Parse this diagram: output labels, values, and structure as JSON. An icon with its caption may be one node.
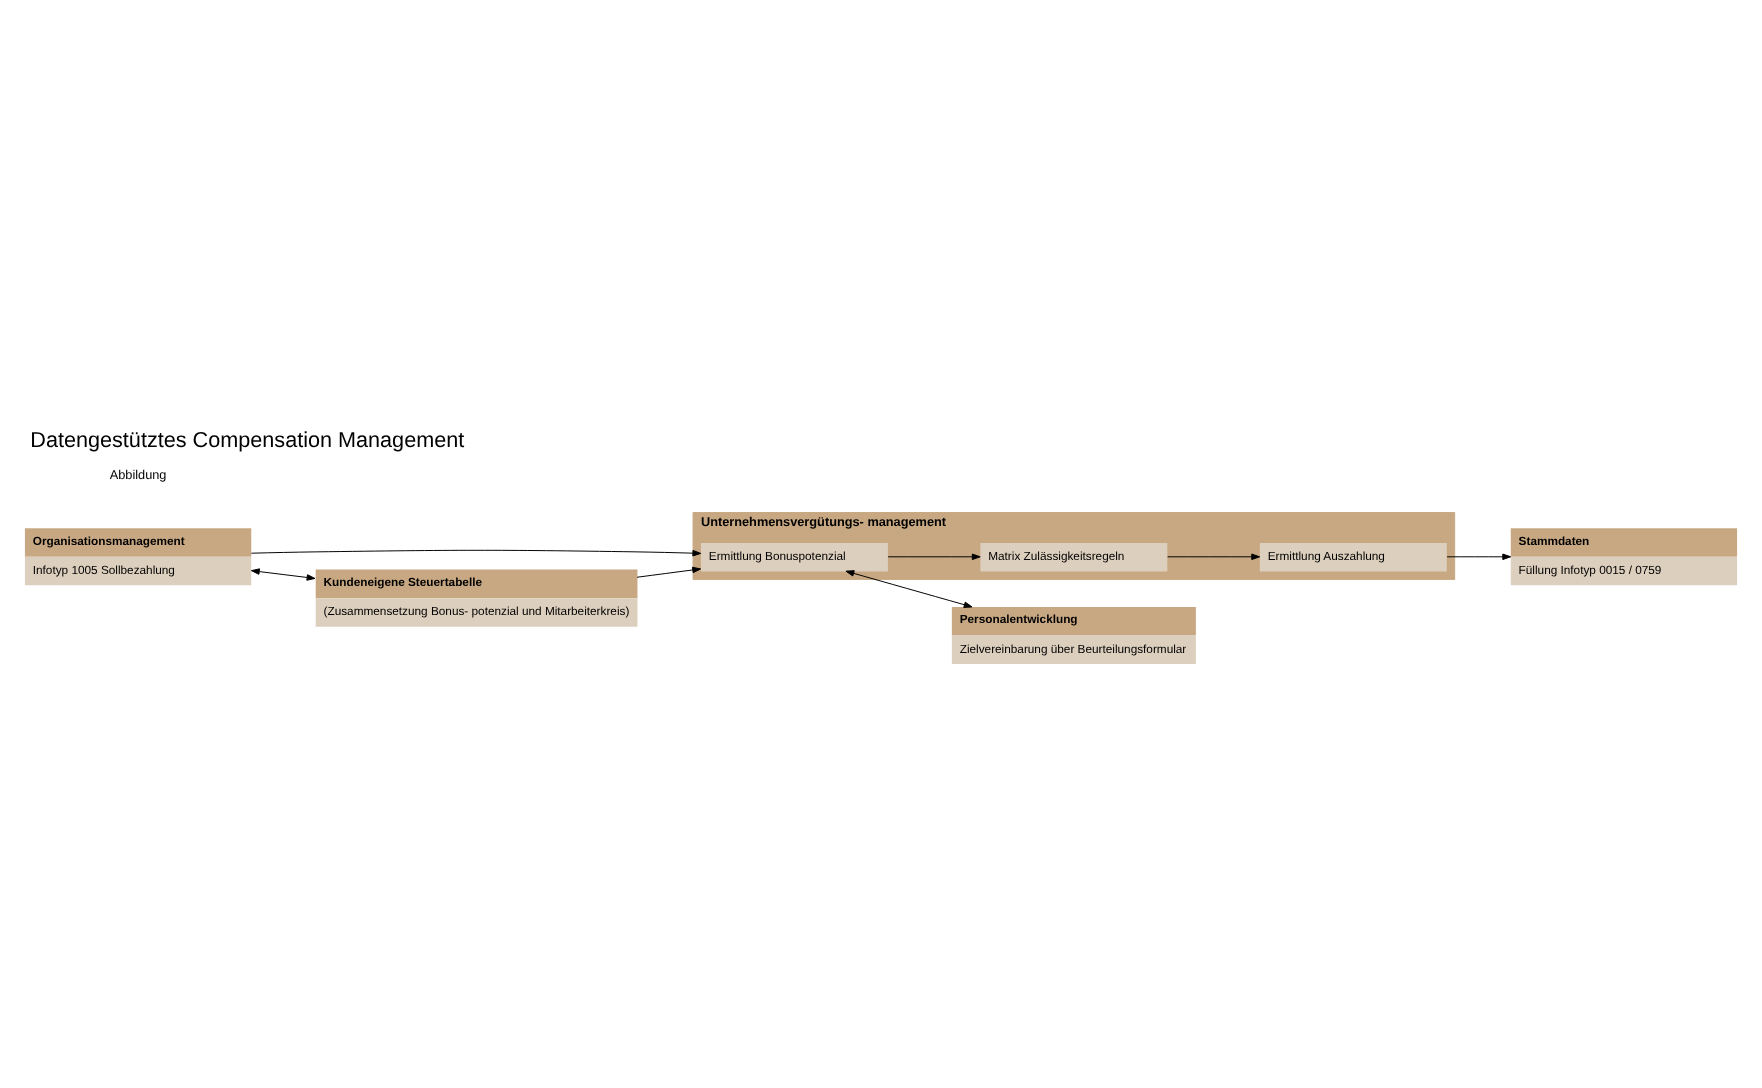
{
  "diagram": {
    "title": "Datengestütztes Compensation Management",
    "nodes": [
      {
        "text": [
          "Organisationsmanagement",
          "Infotyp 1005 Sollbezahlung"
        ]
      },
      {
        "text": [
          "Personalentwicklung",
          "Zielvereinbarung über Beurteilungsformular"
        ]
      },
      {
        "text": [
          "Unternehmensvergütungs- management"
        ]
      },
      {
        "text": [
          "Ermittlung Bonuspotenzial"
        ],
        "in": 2
      },
      {
        "text": [
          "Matrix Zulässigkeitsregeln"
        ],
        "in": 2
      },
      {
        "text": [
          "Ermittlung Auszahlung"
        ],
        "in": 2
      },
      {
        "text": [
          "Kundeneigene Steuertabelle",
          "(Zusammensetzung Bonus- potenzial und Mitarbeiterkreis)"
        ]
      },
      {
        "text": [
          "Stammdaten",
          "Füllung Infotyp 0015 / 0759"
        ]
      }
    ],
    "edges": [
      {
        "from": 0,
        "to": 6,
        "arrow": "both"
      },
      {
        "from": 0,
        "to": 3,
        "arrow": "to"
      },
      {
        "from": 6,
        "to": 3,
        "arrow": "to"
      },
      {
        "from": 3,
        "to": 1,
        "arrow": "both"
      },
      {
        "from": 3,
        "to": 4,
        "arrow": "to"
      },
      {
        "from": 4,
        "to": 5,
        "arrow": "to"
      },
      {
        "from": 5,
        "to": 7,
        "arrow": "to"
      }
    ],
    "labels": [
      "Abbildung"
    ]
  }
}
